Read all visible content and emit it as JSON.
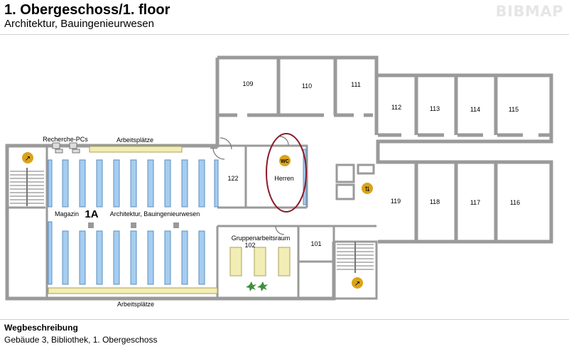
{
  "header": {
    "title": "1. Obergeschoss/1. floor",
    "subtitle": "Architektur, Bauingenieurwesen",
    "logo_text": "BIBMAP"
  },
  "plan": {
    "section_number": "1A",
    "section_label": "Architektur, Bauingenieurwesen",
    "labels": {
      "recherche": "Recherche-PCs",
      "arbeitsplaetze_top": "Arbeitsplätze",
      "arbeitsplaetze_bottom": "Arbeitsplätze",
      "magazin": "Magazin",
      "gruppenarbeitsraum": "Gruppenarbeitsraum",
      "gruppenarbeitsraum_number": "102",
      "herren": "Herren",
      "wc": "WC"
    },
    "rooms": {
      "r109": "109",
      "r110": "110",
      "r111": "111",
      "r112": "112",
      "r113": "113",
      "r114": "114",
      "r115": "115",
      "r116": "116",
      "r117": "117",
      "r118": "118",
      "r119": "119",
      "r122": "122",
      "r101": "101"
    },
    "colors": {
      "wall": "#9a9a9a",
      "wall_dark": "#6f6f6f",
      "shelf": "#a6cdf0",
      "table": "#f2edb4",
      "highlight": "#8b1a2b",
      "icon": "#d9a41a",
      "plant": "#3f8f3f"
    }
  },
  "route": {
    "heading": "Wegbeschreibung",
    "text": "Gebäude 3, Bibliothek, 1. Obergeschoss"
  }
}
